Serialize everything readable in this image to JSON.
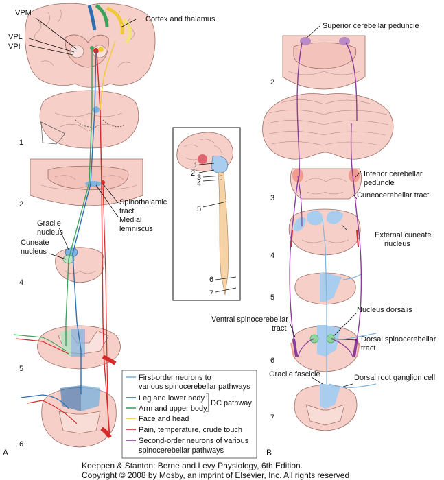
{
  "panel_a": {
    "letter": "A",
    "labels": {
      "cortex": "Cortex and thalamus",
      "vpm": "VPM",
      "vpl": "VPL",
      "vpi": "VPI",
      "spinothalamic": "Spinothalamic",
      "spinothalamic2": "tract",
      "medial": "Medial",
      "medial2": "lemniscus",
      "gracile": "Gracile",
      "gracile2": "nucleus",
      "cuneate": "Cuneate",
      "cuneate2": "nucleus"
    },
    "levels": [
      "1",
      "2",
      "4",
      "5",
      "6"
    ]
  },
  "inset": {
    "levels": [
      "1",
      "2",
      "3",
      "4",
      "5",
      "6",
      "7"
    ]
  },
  "panel_b": {
    "letter": "B",
    "labels": {
      "superior": "Superior cerebellar peduncle",
      "inferior": "Inferior cerebellar",
      "inferior2": "peduncle",
      "cuneocerebellar": "Cuneocerebellar tract",
      "external": "External cuneate",
      "external2": "nucleus",
      "nucleus_dorsalis": "Nucleus dorsalis",
      "ventral": "Ventral spinocerebellar",
      "ventral2": "tract",
      "dorsal_sc": "Dorsal spinocerebellar",
      "dorsal_sc2": "tract",
      "gracile_fascicle": "Gracile fascicle",
      "drg": "Dorsal root ganglion cell"
    },
    "levels": [
      "2",
      "3",
      "4",
      "5",
      "6",
      "7"
    ]
  },
  "legend": {
    "items": [
      {
        "line1": "First-order neurons to",
        "line2": "various spinocerebellar pathways",
        "color": "#7fb3dd"
      },
      {
        "line1": "Leg and lower body",
        "line2": "",
        "color": "#2e6fb0"
      },
      {
        "line1": "Arm and upper body",
        "line2": "",
        "color": "#3aa35a"
      },
      {
        "line1": "Face and head",
        "line2": "",
        "color": "#f0c93a"
      },
      {
        "line1": "Pain, temperature, crude touch",
        "line2": "",
        "color": "#d62a2a"
      },
      {
        "line1": "Second-order neurons of various",
        "line2": "spinocerebellar pathways",
        "color": "#8a3c9a"
      }
    ],
    "bracket_label": "DC pathway"
  },
  "caption": {
    "line1": "Koeppen & Stanton: Berne and Levy Physiology, 6th Edition.",
    "line2": "Copyright © 2008 by Mosby, an imprint of Elsevier, Inc. All rights reserved"
  }
}
